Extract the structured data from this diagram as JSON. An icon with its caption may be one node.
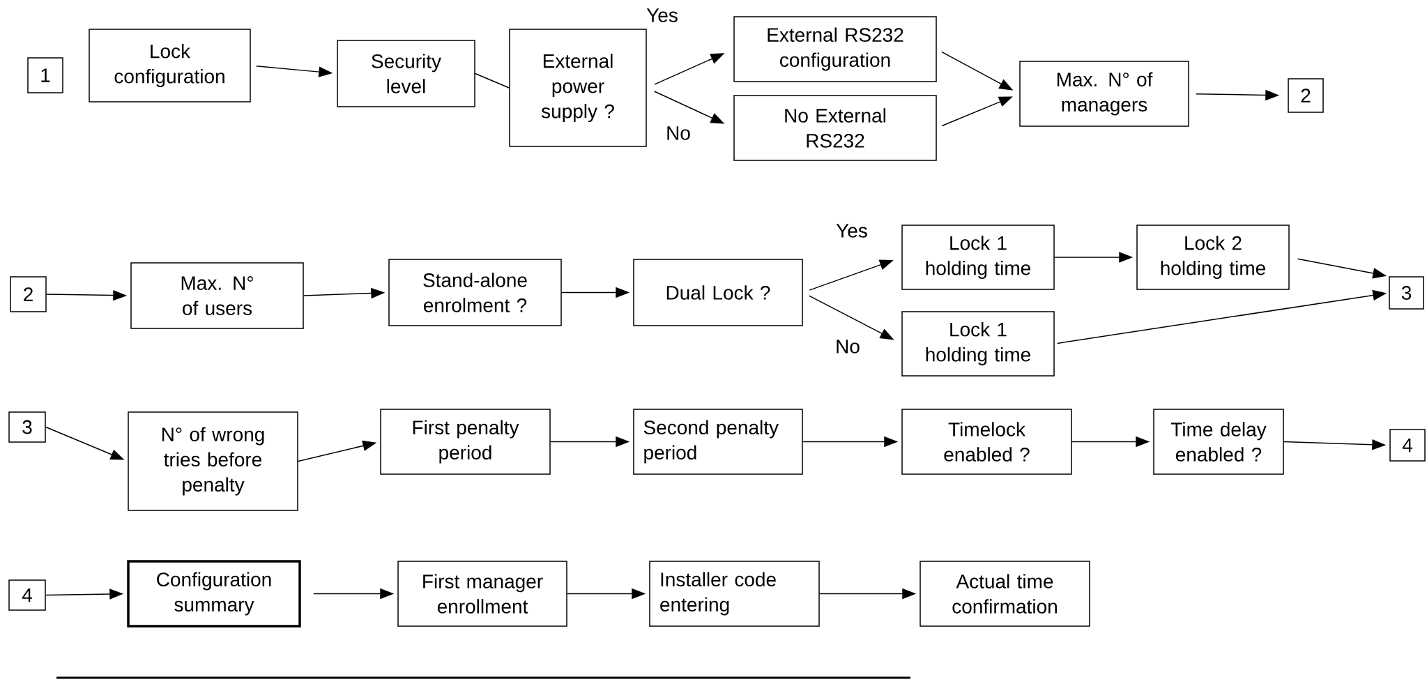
{
  "diagram": {
    "nodes": [
      {
        "text": [
          "1"
        ]
      },
      {
        "text": [
          "Lock configuration"
        ]
      },
      {
        "text": [
          "Security level"
        ]
      },
      {
        "text": [
          "External power supply ?"
        ]
      },
      {
        "text": [
          "External RS232 configuration"
        ]
      },
      {
        "text": [
          "No External RS232"
        ]
      },
      {
        "text": [
          "Max. N° of managers"
        ]
      },
      {
        "text": [
          "2"
        ]
      },
      {
        "text": [
          "2"
        ]
      },
      {
        "text": [
          "Max. N° of users"
        ]
      },
      {
        "text": [
          "Stand-alone enrolment ?"
        ]
      },
      {
        "text": [
          "Dual Lock ?"
        ]
      },
      {
        "text": [
          "Lock 1 holding time"
        ]
      },
      {
        "text": [
          "Lock 2 holding time"
        ]
      },
      {
        "text": [
          "Lock 1 holding time"
        ]
      },
      {
        "text": [
          "3"
        ]
      },
      {
        "text": [
          "3"
        ]
      },
      {
        "text": [
          "N° of wrong tries before penalty"
        ]
      },
      {
        "text": [
          "First penalty period"
        ]
      },
      {
        "text": [
          "Second penalty period"
        ]
      },
      {
        "text": [
          "Timelock enabled ?"
        ]
      },
      {
        "text": [
          "Time delay enabled ?"
        ]
      },
      {
        "text": [
          "4"
        ]
      },
      {
        "text": [
          "4"
        ]
      },
      {
        "text": [
          "Configuration summary"
        ]
      },
      {
        "text": [
          "First manager enrollment"
        ]
      },
      {
        "text": [
          "Installer code entering"
        ]
      },
      {
        "text": [
          "Actual time confirmation"
        ]
      }
    ],
    "edges": [
      {
        "from": 1,
        "to": 2,
        "arrow": "to"
      },
      {
        "from": 2,
        "to": 3,
        "arrow": "none"
      },
      {
        "from": 3,
        "to": 4,
        "arrow": "to",
        "label": "Yes"
      },
      {
        "from": 3,
        "to": 5,
        "arrow": "to",
        "label": "No"
      },
      {
        "from": 4,
        "to": 6,
        "arrow": "to"
      },
      {
        "from": 5,
        "to": 6,
        "arrow": "to"
      },
      {
        "from": 6,
        "to": 7,
        "arrow": "to"
      },
      {
        "from": 8,
        "to": 9,
        "arrow": "to"
      },
      {
        "from": 9,
        "to": 10,
        "arrow": "to"
      },
      {
        "from": 10,
        "to": 11,
        "arrow": "to"
      },
      {
        "from": 11,
        "to": 12,
        "arrow": "to",
        "label": "Yes"
      },
      {
        "from": 11,
        "to": 14,
        "arrow": "to",
        "label": "No"
      },
      {
        "from": 12,
        "to": 13,
        "arrow": "to"
      },
      {
        "from": 13,
        "to": 15,
        "arrow": "to"
      },
      {
        "from": 14,
        "to": 15,
        "arrow": "to"
      },
      {
        "from": 16,
        "to": 17,
        "arrow": "to"
      },
      {
        "from": 17,
        "to": 18,
        "arrow": "to"
      },
      {
        "from": 18,
        "to": 19,
        "arrow": "to"
      },
      {
        "from": 19,
        "to": 20,
        "arrow": "to"
      },
      {
        "from": 20,
        "to": 21,
        "arrow": "to"
      },
      {
        "from": 21,
        "to": 22,
        "arrow": "to"
      },
      {
        "from": 23,
        "to": 24,
        "arrow": "to"
      },
      {
        "from": 24,
        "to": 25,
        "arrow": "to"
      },
      {
        "from": 25,
        "to": 26,
        "arrow": "to"
      },
      {
        "from": 26,
        "to": 27,
        "arrow": "to"
      }
    ]
  }
}
